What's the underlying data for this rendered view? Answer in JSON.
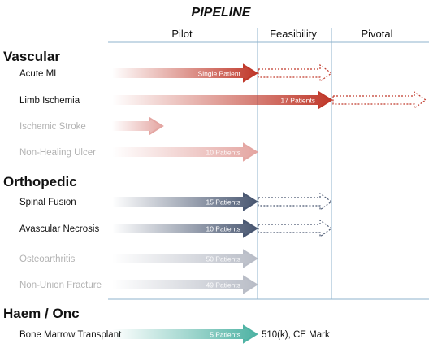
{
  "title": "PIPELINE",
  "phases": [
    "Pilot",
    "Feasibility",
    "Pivotal"
  ],
  "colors": {
    "grid": "#8fb3cc",
    "vascular": "#c0392b",
    "vascular_faded": "#e4a6a2",
    "orthopedic": "#4a5872",
    "orthopedic_faded": "#b9bdc7",
    "haem_onc": "#4fb3a4",
    "active_text": "#111111",
    "faded_text": "#b3b3b3"
  },
  "groups": [
    {
      "name": "Vascular",
      "color_key": "vascular",
      "items": [
        {
          "name": "Acute MI",
          "label": "Single Patient",
          "stage": "pilot",
          "next": "feasibility",
          "active": true
        },
        {
          "name": "Limb Ischemia",
          "label": "17 Patients",
          "stage": "feasibility",
          "next": "pivotal",
          "active": true
        },
        {
          "name": "Ischemic Stroke",
          "label": "",
          "stage": "early",
          "next": null,
          "active": false
        },
        {
          "name": "Non-Healing Ulcer",
          "label": "10 Patients",
          "stage": "pilot",
          "next": null,
          "active": false
        }
      ]
    },
    {
      "name": "Orthopedic",
      "color_key": "orthopedic",
      "items": [
        {
          "name": "Spinal Fusion",
          "label": "15 Patients",
          "stage": "pilot",
          "next": "feasibility",
          "active": true
        },
        {
          "name": "Avascular Necrosis",
          "label": "10 Patients",
          "stage": "pilot",
          "next": "feasibility",
          "active": true
        },
        {
          "name": "Osteoarthritis",
          "label": "50 Patients",
          "stage": "pilot",
          "next": null,
          "active": false
        },
        {
          "name": "Non-Union Fracture",
          "label": "49 Patients",
          "stage": "pilot",
          "next": null,
          "active": false
        }
      ]
    },
    {
      "name": "Haem / Onc",
      "color_key": "haem_onc",
      "items": [
        {
          "name": "Bone Marrow Transplant",
          "label": "5 Patients",
          "stage": "pilot",
          "next": null,
          "active": true,
          "note": "510(k), CE Mark"
        }
      ]
    }
  ]
}
